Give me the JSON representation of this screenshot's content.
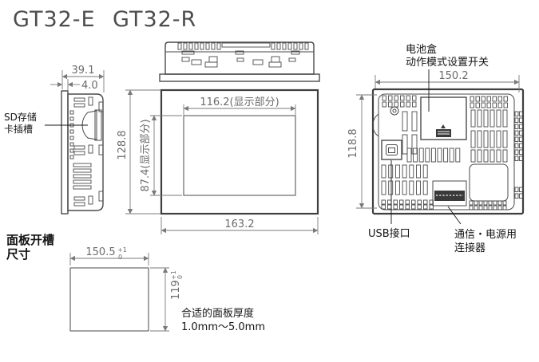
{
  "title": {
    "model_1": "GT32-E",
    "model_2": "GT32-R"
  },
  "side_view": {
    "dim_depth": "39.1",
    "dim_bezel": "4.0",
    "sd_label_line1": "SD存储",
    "sd_label_line2": "卡插槽"
  },
  "front_view": {
    "dim_display_width": "116.2(显示部分)",
    "dim_display_height": "87.4(显示部分)",
    "dim_height": "128.8",
    "dim_width": "163.2"
  },
  "rear_view": {
    "label_battery": "电池盒",
    "label_mode_switch": "动作模式设置开关",
    "dim_width": "150.2",
    "dim_height": "118.8",
    "label_usb": "USB接口",
    "label_connector_line1": "通信・电源用",
    "label_connector_line2": "连接器"
  },
  "cutout": {
    "heading_line1": "面板开槽",
    "heading_line2": "尺寸",
    "dim_width": "150.5",
    "dim_width_tol_plus": "+1",
    "dim_width_tol_minus": "0",
    "dim_height": "119",
    "dim_height_tol_plus": "+1",
    "dim_height_tol_minus": "0",
    "note_line1": "合适的面板厚度",
    "note_line2": "1.0mm～5.0mm"
  },
  "colors": {
    "background": "#ffffff",
    "line": "#4a4a4a",
    "frame": "#3f3f3f",
    "dimension": "#7a7a7a",
    "dimension_text": "#6b6b6b",
    "label": "#141414",
    "title": "#4d4d4d",
    "connector_fill": "#3a3a3a"
  }
}
